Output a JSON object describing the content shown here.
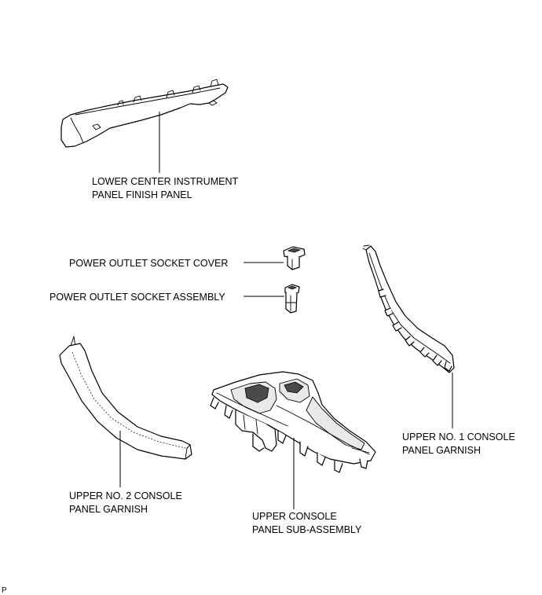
{
  "labels": {
    "lower_center_panel": [
      "LOWER CENTER INSTRUMENT",
      "PANEL FINISH PANEL"
    ],
    "socket_cover": [
      "POWER OUTLET SOCKET COVER"
    ],
    "socket_assembly": [
      "POWER OUTLET SOCKET ASSEMBLY"
    ],
    "upper_no1_garnish": [
      "UPPER NO. 1 CONSOLE",
      "PANEL GARNISH"
    ],
    "upper_no2_garnish": [
      "UPPER NO. 2 CONSOLE",
      "PANEL GARNISH"
    ],
    "upper_console_panel": [
      "UPPER CONSOLE",
      "PANEL SUB-ASSEMBLY"
    ]
  },
  "corner_mark": "P"
}
